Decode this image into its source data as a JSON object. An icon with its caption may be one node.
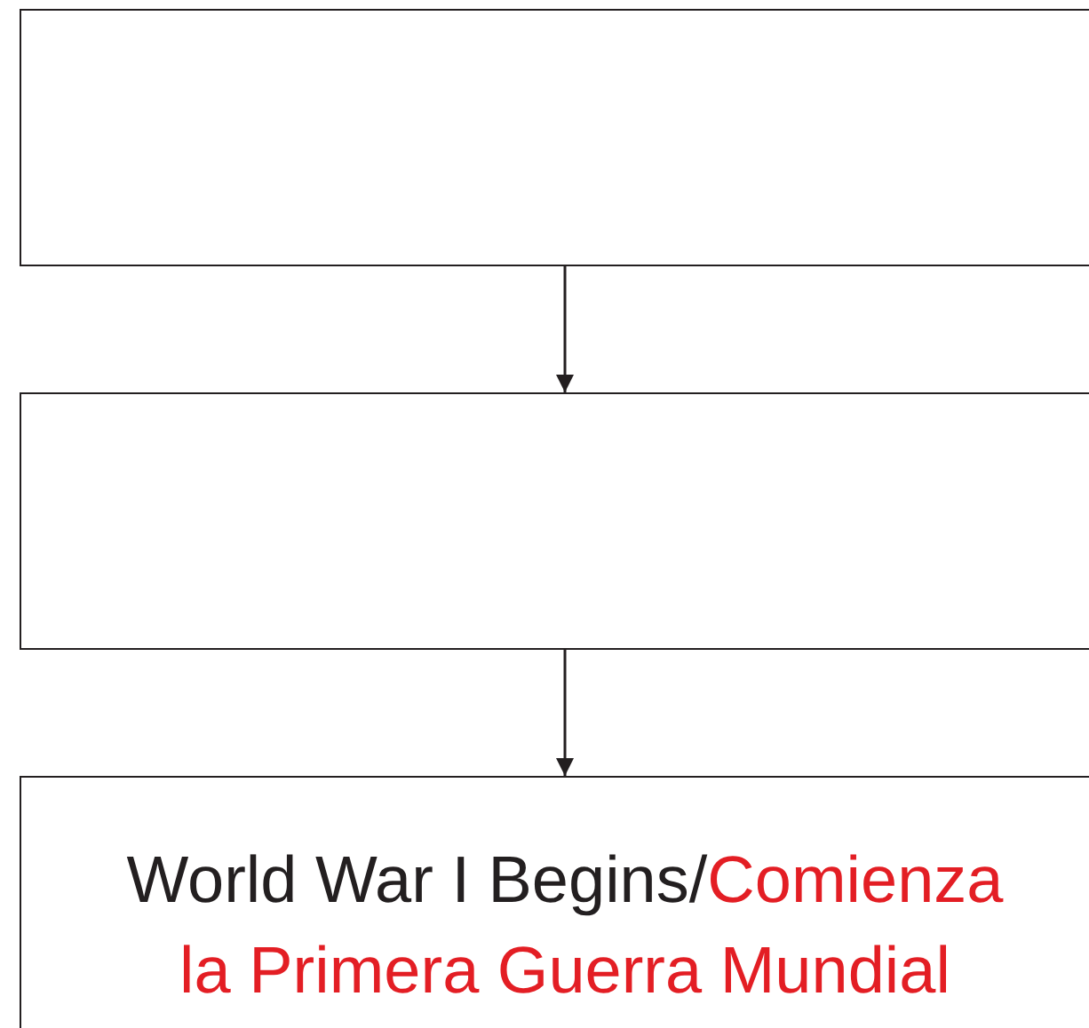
{
  "diagram": {
    "nodes": [
      {
        "text": [],
        "shape": "box"
      },
      {
        "text": [],
        "shape": "box"
      },
      {
        "text": [
          "World War I Begins/",
          "Comienza la Primera Guerra Mundial"
        ]
      }
    ],
    "edges": [
      {
        "from": 0,
        "to": 1,
        "arrow": "to"
      },
      {
        "from": 1,
        "to": 2,
        "arrow": "to"
      }
    ]
  }
}
